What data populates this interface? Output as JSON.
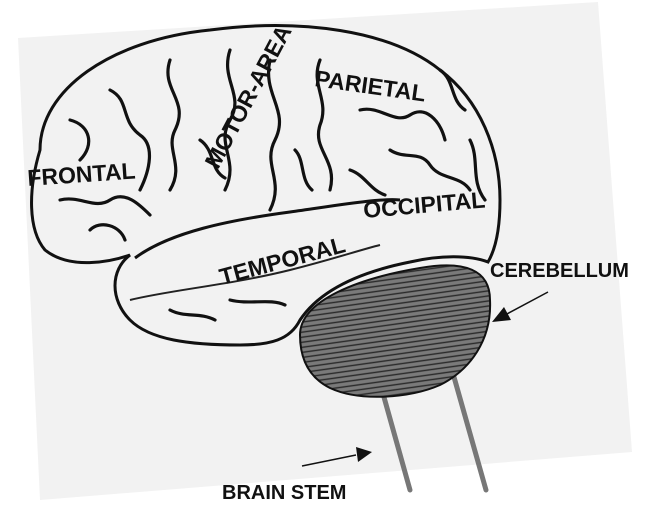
{
  "diagram": {
    "lobes": {
      "frontal": "FRONTAL",
      "motor_area": "MOTOR-AREA",
      "parietal": "PARIETAL",
      "occipital": "OCCIPITAL",
      "temporal": "TEMPORAL"
    },
    "callouts": {
      "cerebellum": "CEREBELLUM",
      "brain_stem": "BRAIN STEM"
    },
    "colors": {
      "ink": "#111111",
      "brain_fill": "#f2f2f2",
      "cerebellum_fill": "#6e6e6e",
      "stem_stroke": "#777777"
    }
  }
}
